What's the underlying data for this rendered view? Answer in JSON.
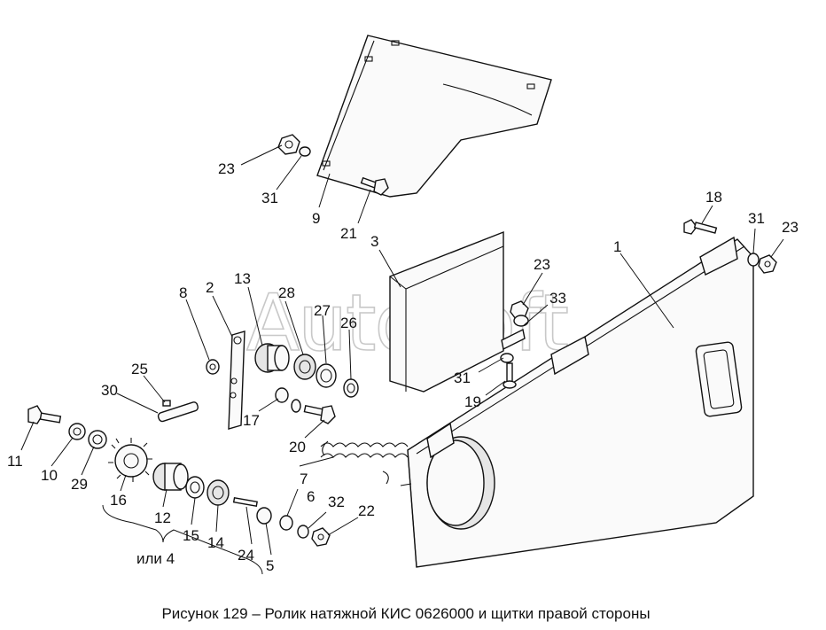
{
  "watermark": "AutoSoft",
  "caption": "Рисунок 129 – Ролик натяжной КИС 0626000 и щитки правой стороны",
  "or_note": "или 4",
  "callouts": {
    "c1": "1",
    "c2": "2",
    "c3": "3",
    "c5": "5",
    "c6": "6",
    "c7": "7",
    "c8": "8",
    "c9": "9",
    "c10": "10",
    "c11": "11",
    "c12": "12",
    "c13": "13",
    "c14": "14",
    "c15": "15",
    "c16": "16",
    "c17": "17",
    "c18": "18",
    "c19": "19",
    "c20": "20",
    "c21": "21",
    "c22": "22",
    "c23a": "23",
    "c23b": "23",
    "c23c": "23",
    "c24": "24",
    "c25": "25",
    "c26": "26",
    "c27": "27",
    "c28": "28",
    "c29": "29",
    "c30": "30",
    "c31a": "31",
    "c31b": "31",
    "c31c": "31",
    "c32": "32",
    "c33": "33"
  }
}
